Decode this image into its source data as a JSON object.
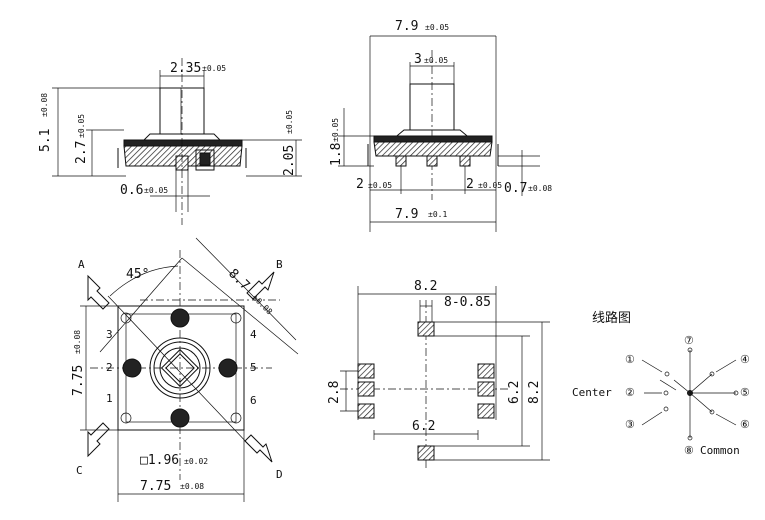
{
  "dims": {
    "side_width": {
      "value": "2.35",
      "tol": "±0.05"
    },
    "side_total_height": {
      "value": "5.1",
      "tol": "±0.08"
    },
    "side_stem_height": {
      "value": "2.7",
      "tol": "±0.05"
    },
    "side_body_height": {
      "value": "2.05",
      "tol": "±0.05"
    },
    "side_lead": {
      "value": "0.6",
      "tol": "±0.05"
    },
    "front_top_width": {
      "value": "7.9",
      "tol": "±0.05"
    },
    "front_stem_width": {
      "value": "3",
      "tol": "±0.05"
    },
    "front_height": {
      "value": "1.8",
      "tol": "±0.05"
    },
    "front_left_pitch": {
      "value": "2",
      "tol": "±0.05"
    },
    "front_right_pitch": {
      "value": "2",
      "tol": "±0.05"
    },
    "front_lead": {
      "value": "0.7",
      "tol": "±0.08"
    },
    "front_bottom_width": {
      "value": "7.9",
      "tol": "±0.1"
    },
    "top_diag": {
      "value": "8.7",
      "tol": "±0.08"
    },
    "top_height": {
      "value": "7.75",
      "tol": "±0.08"
    },
    "top_width": {
      "value": "7.75",
      "tol": "±0.08"
    },
    "top_square": {
      "value": "□1.96",
      "tol": "±0.02"
    },
    "top_angle": "45°",
    "pad_width": "8.2",
    "pad_size": "8-0.85",
    "pad_pitch_v": "2.8",
    "pad_inner_h": "6.2",
    "pad_inner_v": "6.2",
    "pad_outer_v": "8.2"
  },
  "directions": {
    "a": "A",
    "b": "B",
    "c": "C",
    "d": "D"
  },
  "pins": [
    "1",
    "2",
    "3",
    "4",
    "5",
    "6"
  ],
  "circuit": {
    "title": "线路图",
    "center_label": "Center",
    "common_label": "Common",
    "nodes": [
      "①",
      "②",
      "③",
      "④",
      "⑤",
      "⑥",
      "⑦",
      "⑧"
    ]
  }
}
